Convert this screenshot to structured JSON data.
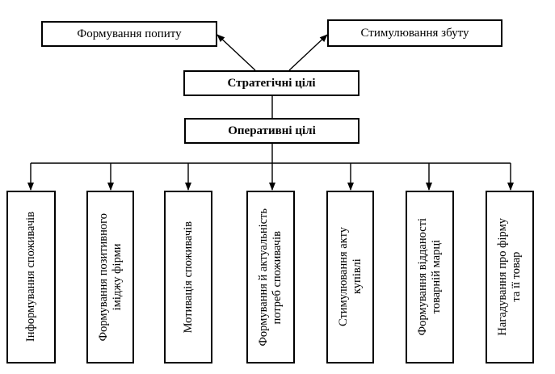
{
  "top_goals": {
    "demand": "Формування попиту",
    "sales": "Стимулювання збуту"
  },
  "strategic": "Стратегічні цілі",
  "operative": "Оперативні цілі",
  "operative_goals": [
    {
      "label": "Інформування споживачів"
    },
    {
      "label": "Формування позитивного\nіміджу фірми"
    },
    {
      "label": "Мотивація споживачів"
    },
    {
      "label": "Формування й  актуальність\nпотреб споживачів"
    },
    {
      "label": "Стимулювання акту\nкупівлі"
    },
    {
      "label": "Формування відданості\nтоварній марці"
    },
    {
      "label": "Нагадування про фірму\nта її товар"
    }
  ]
}
